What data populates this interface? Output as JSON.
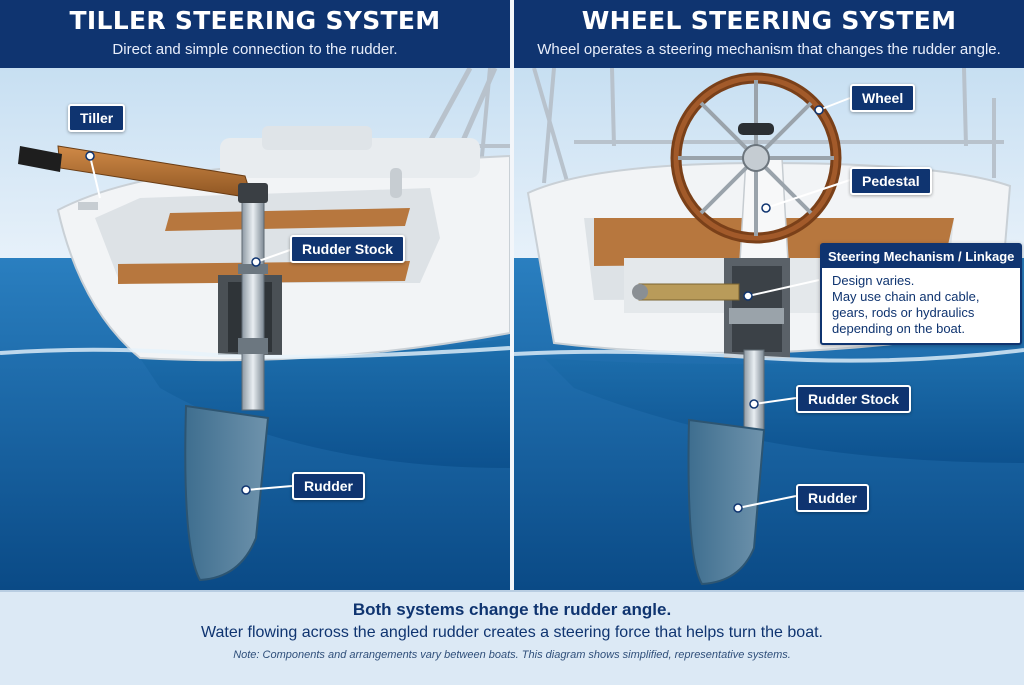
{
  "left": {
    "title": "TILLER STEERING SYSTEM",
    "subtitle": "Direct and simple connection to the rudder.",
    "labels": {
      "tiller": "Tiller",
      "rudder_stock": "Rudder Stock",
      "rudder": "Rudder"
    }
  },
  "right": {
    "title": "WHEEL STEERING SYSTEM",
    "subtitle": "Wheel operates a steering mechanism that changes the rudder angle.",
    "labels": {
      "wheel": "Wheel",
      "pedestal": "Pedestal",
      "rudder_stock": "Rudder Stock",
      "rudder": "Rudder"
    },
    "mechanism": {
      "title": "Steering Mechanism / Linkage",
      "lines": [
        "Design varies.",
        "May use chain and cable,",
        "gears, rods or hydraulics",
        "depending on the boat."
      ]
    }
  },
  "bottom": {
    "title": "Both systems change the rudder angle.",
    "text": "Water flowing across the angled rudder creates a steering force that helps turn the boat.",
    "note": "Note: Components and arrangements vary between boats. This diagram shows simplified, representative systems."
  },
  "colors": {
    "navy": "#0f3470",
    "sky": "#cfe3f4",
    "sea": "#1f73b4",
    "deep": "#0b4f8c",
    "teak": "#b7773e",
    "hull": "#f2f4f6"
  }
}
